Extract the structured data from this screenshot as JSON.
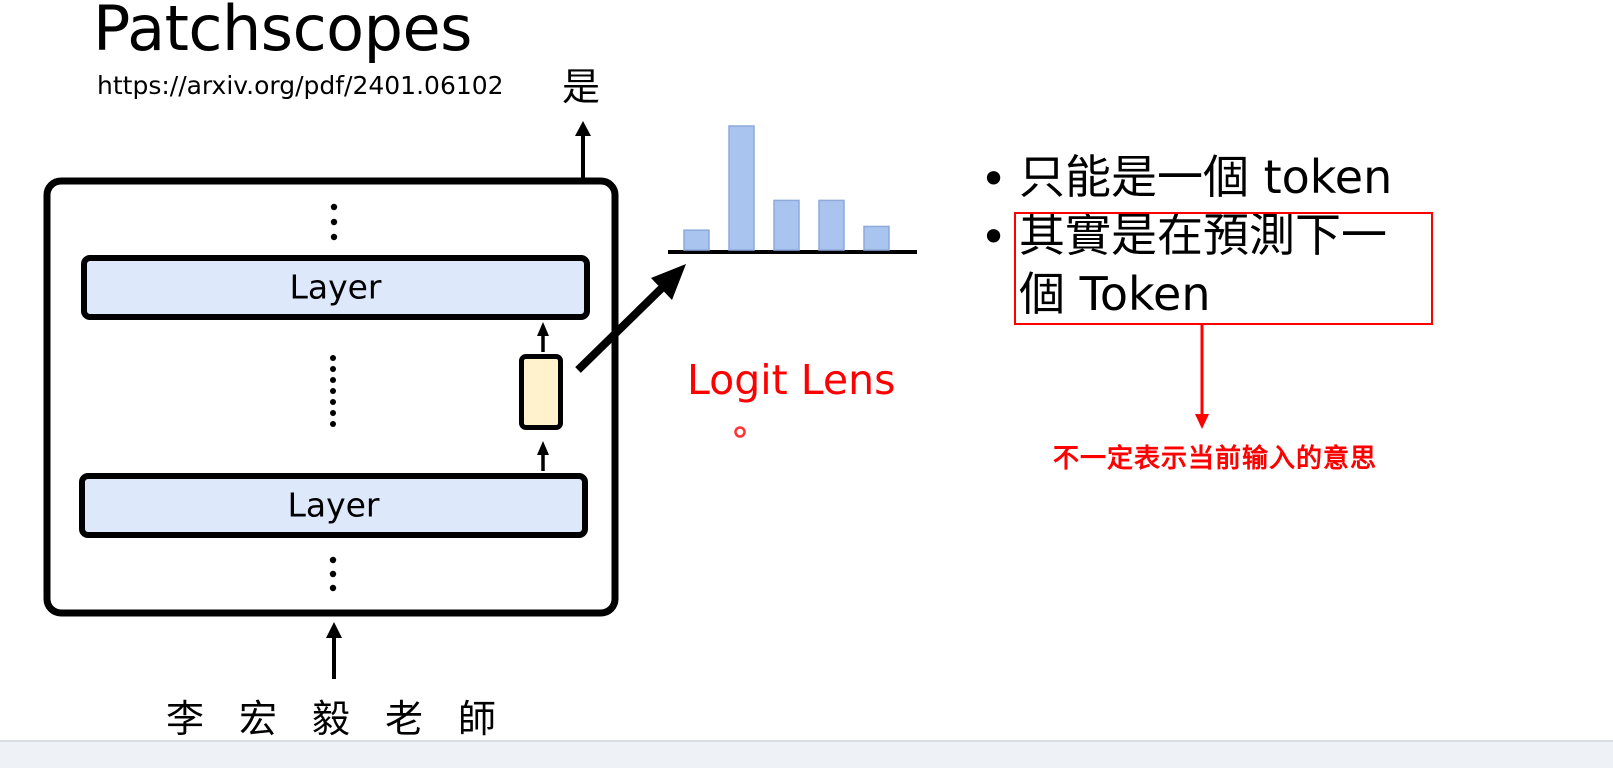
{
  "slide": {
    "title": "Patchscopes",
    "url": "https://arxiv.org/pdf/2401.06102",
    "output_token": "是"
  },
  "model": {
    "layers": [
      {
        "label": "Layer"
      },
      {
        "label": "Layer"
      }
    ],
    "input_tokens": [
      "李",
      "宏",
      "毅",
      "老",
      "師"
    ]
  },
  "logit_lens": {
    "label": "Logit Lens",
    "label_color": "#ff0000",
    "bar_fill": "#a9c4ee",
    "bar_stroke": "#8eaadb",
    "distribution": [
      0.16,
      1.0,
      0.4,
      0.4,
      0.19
    ]
  },
  "bullets": [
    {
      "text": "只能是一個 token"
    },
    {
      "lines": [
        "其實是在預測下一",
        "個 Token"
      ]
    }
  ],
  "annotation": {
    "text": "不一定表示当前输入的意思",
    "color": "#ff0000"
  },
  "colors": {
    "layer_fill": "#dde8fb",
    "vector_fill": "#fff2cc",
    "highlight": "#ff0000"
  }
}
